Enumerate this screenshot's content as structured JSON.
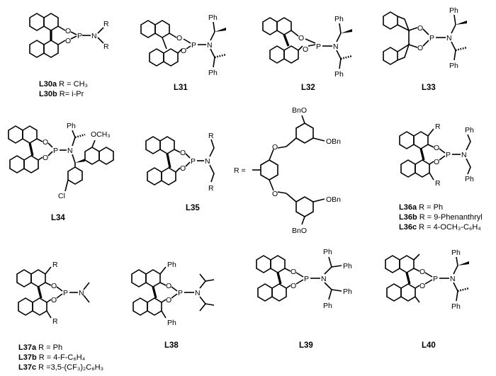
{
  "compounds": [
    {
      "id": "L30a",
      "variant": "R = CH₃"
    },
    {
      "id": "L30b",
      "variant": "R= i-Pr"
    },
    {
      "id": "L31"
    },
    {
      "id": "L32"
    },
    {
      "id": "L33"
    },
    {
      "id": "L34"
    },
    {
      "id": "L35"
    },
    {
      "id": "L36a",
      "variant": "R = Ph"
    },
    {
      "id": "L36b",
      "variant": "R = 9-Phenanthryl"
    },
    {
      "id": "L36c",
      "variant": "R = 4-OCH₃-C₆H₄"
    },
    {
      "id": "L37a",
      "variant": "R = Ph"
    },
    {
      "id": "L37b",
      "variant": "R = 4-F-C₆H₄"
    },
    {
      "id": "L37c",
      "variant": "R =3,5-(CF₃)₂C₆H₃"
    },
    {
      "id": "L38"
    },
    {
      "id": "L39"
    },
    {
      "id": "L40"
    }
  ],
  "atoms": {
    "P": "P",
    "N": "N",
    "O": "O",
    "R": "R",
    "Ph": "Ph",
    "OCH3": "OCH₃",
    "Cl": "Cl",
    "OBn": "OBn",
    "BnO": "BnO",
    "R_eq": "R ="
  }
}
